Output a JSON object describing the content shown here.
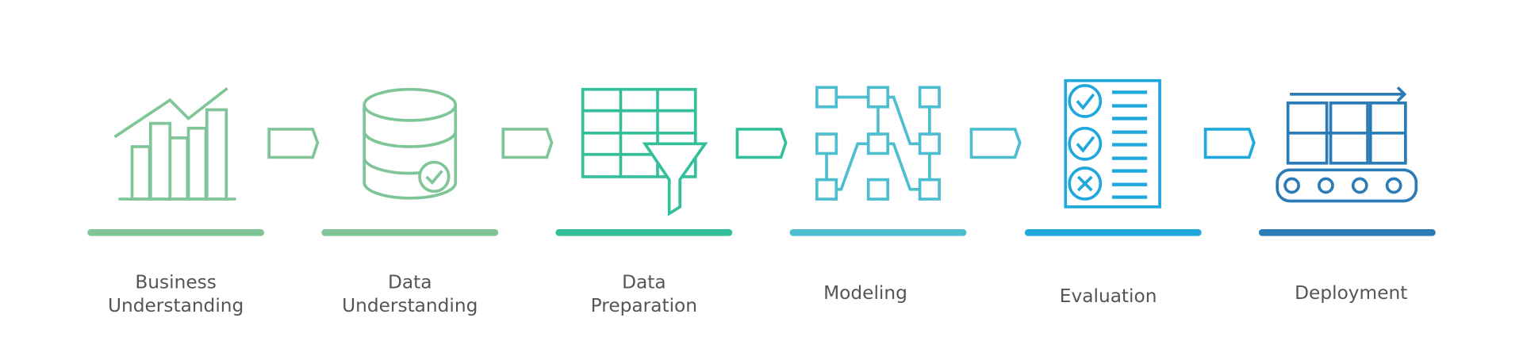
{
  "title": "CRISP-DM process",
  "stages": [
    {
      "line1": "Business",
      "line2": "Understanding",
      "icon": "bar-chart-icon",
      "color": "#7fc597"
    },
    {
      "line1": "Data",
      "line2": "Understanding",
      "icon": "database-check-icon",
      "color": "#7fc597"
    },
    {
      "line1": "Data",
      "line2": "Preparation",
      "icon": "table-filter-icon",
      "color": "#34bf9b"
    },
    {
      "line1": "Modeling",
      "icon": "network-nodes-icon",
      "color": "#4dbdd0"
    },
    {
      "line1": "Evaluation",
      "icon": "checklist-icon",
      "color": "#1ea8dc"
    },
    {
      "line1": "Deployment",
      "icon": "conveyor-icon",
      "color": "#2a7bb6"
    }
  ],
  "text_color": "#555555"
}
